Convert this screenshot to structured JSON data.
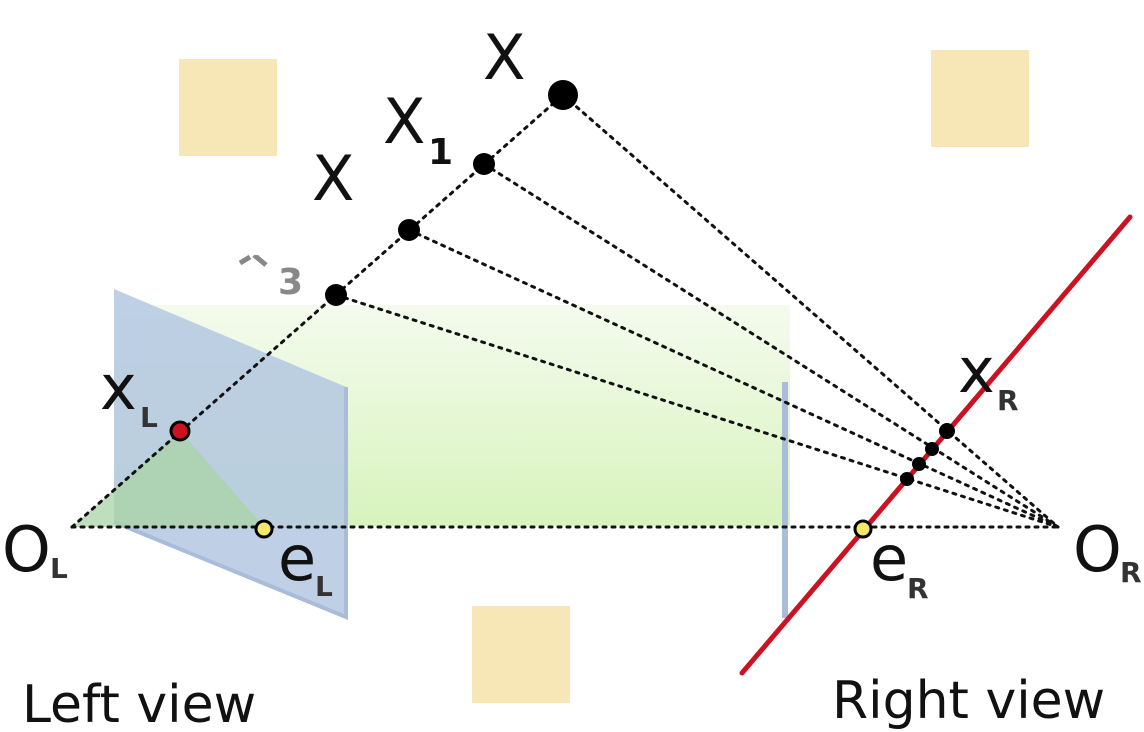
{
  "labels": {
    "X": "X",
    "X1": {
      "main": "X",
      "sub": "1"
    },
    "X2": {
      "main": "X",
      "sub": ""
    },
    "X3": {
      "main": "",
      "sub": "3"
    },
    "xL": {
      "main": "x",
      "sub": "L"
    },
    "xR": {
      "main": "x",
      "sub": "R"
    },
    "OL": {
      "main": "O",
      "sub": "L"
    },
    "OR": {
      "main": "O",
      "sub": "R"
    },
    "eL": {
      "main": "e",
      "sub": "L"
    },
    "eR": {
      "main": "e",
      "sub": "R"
    }
  },
  "captions": {
    "left": "Left view",
    "right": "Right view"
  },
  "colors": {
    "image_plane": "#b4c8e2",
    "image_plane_edge": "#a9bcd9",
    "epipolar_line": "#cc1122",
    "ground_top": "#f4fbee",
    "ground_bottom": "#d8f3bd",
    "square": "#f7e7b6",
    "point": "#000000",
    "epipole": "#f3e86a",
    "projection_xL": "#cc1122",
    "left_triangle": "#a9d3a5"
  }
}
